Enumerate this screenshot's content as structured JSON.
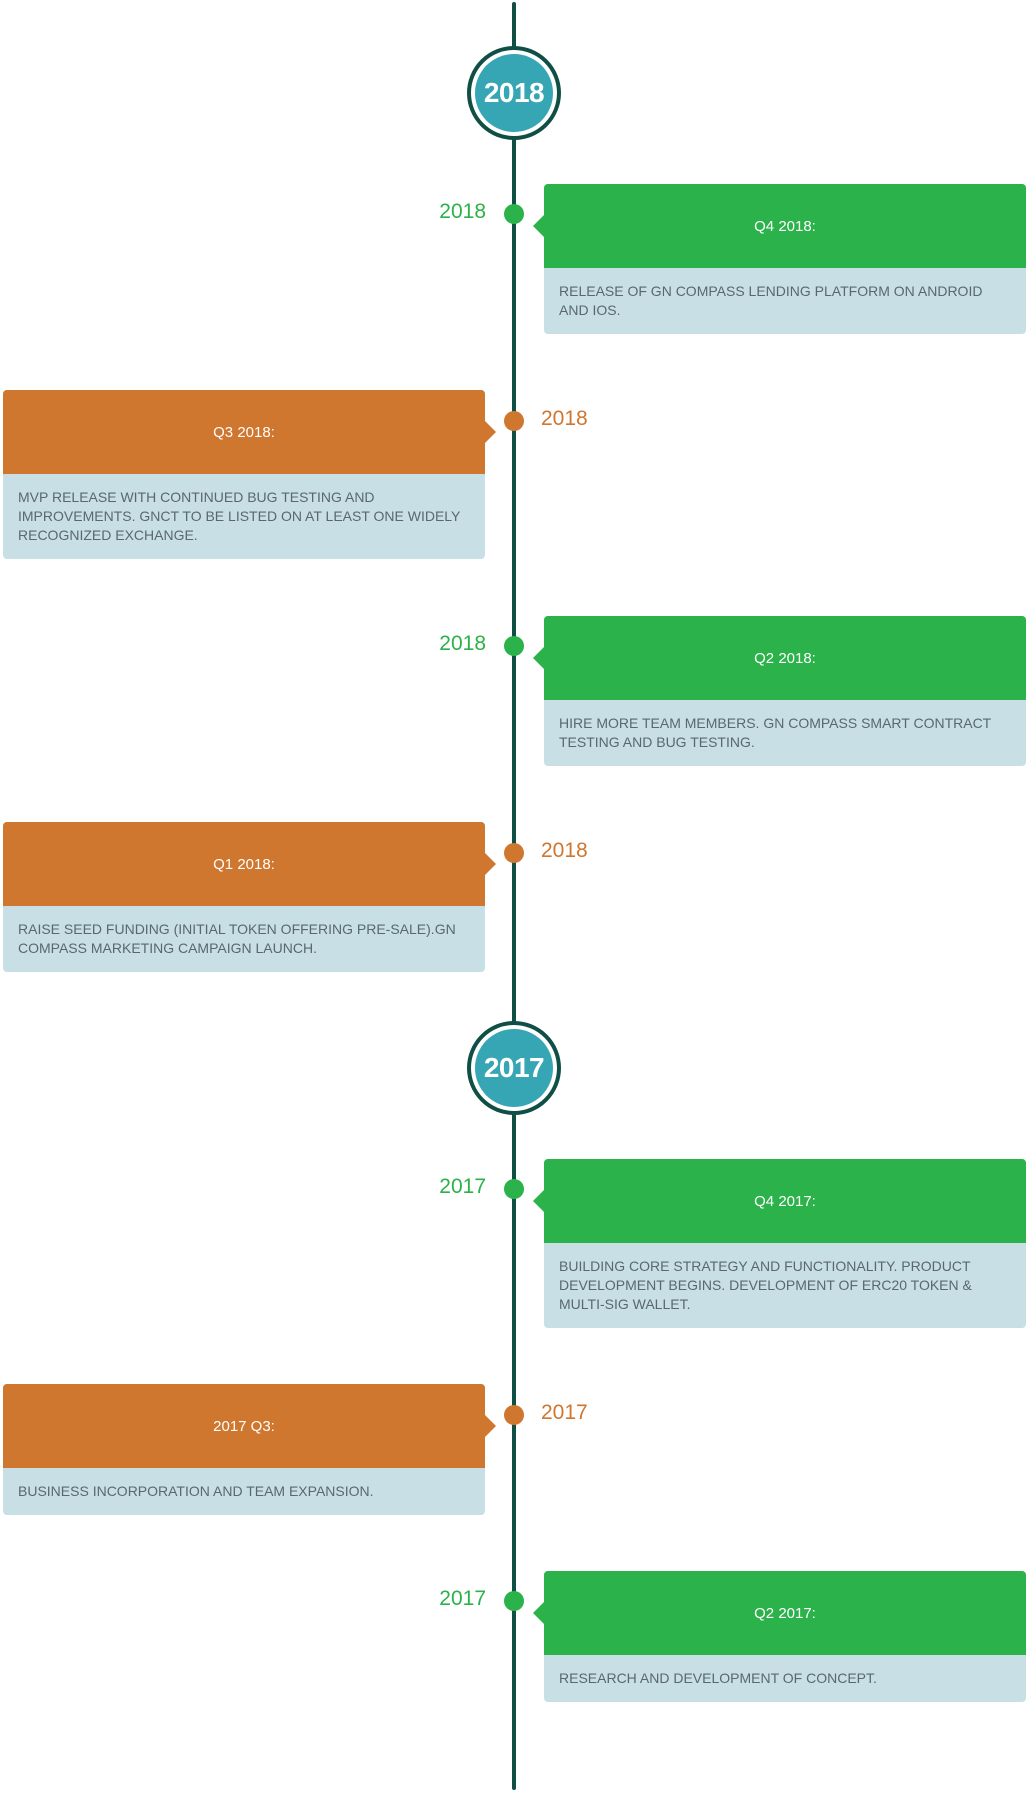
{
  "palette": {
    "axis": "#0f4f46",
    "badge": "#37a6b4",
    "green": "#2bb24a",
    "orange": "#cf762f",
    "card_body": "#c8dfe6",
    "body_text": "#5a6770"
  },
  "years": [
    "2018",
    "2017"
  ],
  "events": [
    {
      "side": "right",
      "color": "green",
      "date": "2018",
      "title": "Q4 2018:",
      "text": "RELEASE OF GN COMPASS LENDING PLATFORM ON ANDROID AND IOS."
    },
    {
      "side": "left",
      "color": "orange",
      "date": "2018",
      "title": "Q3 2018:",
      "text": "MVP RELEASE WITH CONTINUED BUG TESTING AND IMPROVEMENTS. GNCT TO BE LISTED ON AT LEAST ONE WIDELY RECOGNIZED EXCHANGE."
    },
    {
      "side": "right",
      "color": "green",
      "date": "2018",
      "title": "Q2 2018:",
      "text": "HIRE MORE TEAM MEMBERS. GN COMPASS SMART CONTRACT TESTING AND BUG TESTING."
    },
    {
      "side": "left",
      "color": "orange",
      "date": "2018",
      "title": "Q1 2018:",
      "text": "RAISE SEED FUNDING (INITIAL TOKEN OFFERING PRE-SALE).GN COMPASS MARKETING CAMPAIGN LAUNCH."
    },
    {
      "side": "right",
      "color": "green",
      "date": "2017",
      "title": "Q4 2017:",
      "text": "BUILDING CORE STRATEGY AND FUNCTIONALITY. PRODUCT DEVELOPMENT BEGINS. DEVELOPMENT OF ERC20 TOKEN & MULTI-SIG WALLET."
    },
    {
      "side": "left",
      "color": "orange",
      "date": "2017",
      "title": "2017 Q3:",
      "text": "BUSINESS INCORPORATION AND TEAM EXPANSION."
    },
    {
      "side": "right",
      "color": "green",
      "date": "2017",
      "title": "Q2 2017:",
      "text": "RESEARCH AND DEVELOPMENT OF CONCEPT."
    }
  ]
}
